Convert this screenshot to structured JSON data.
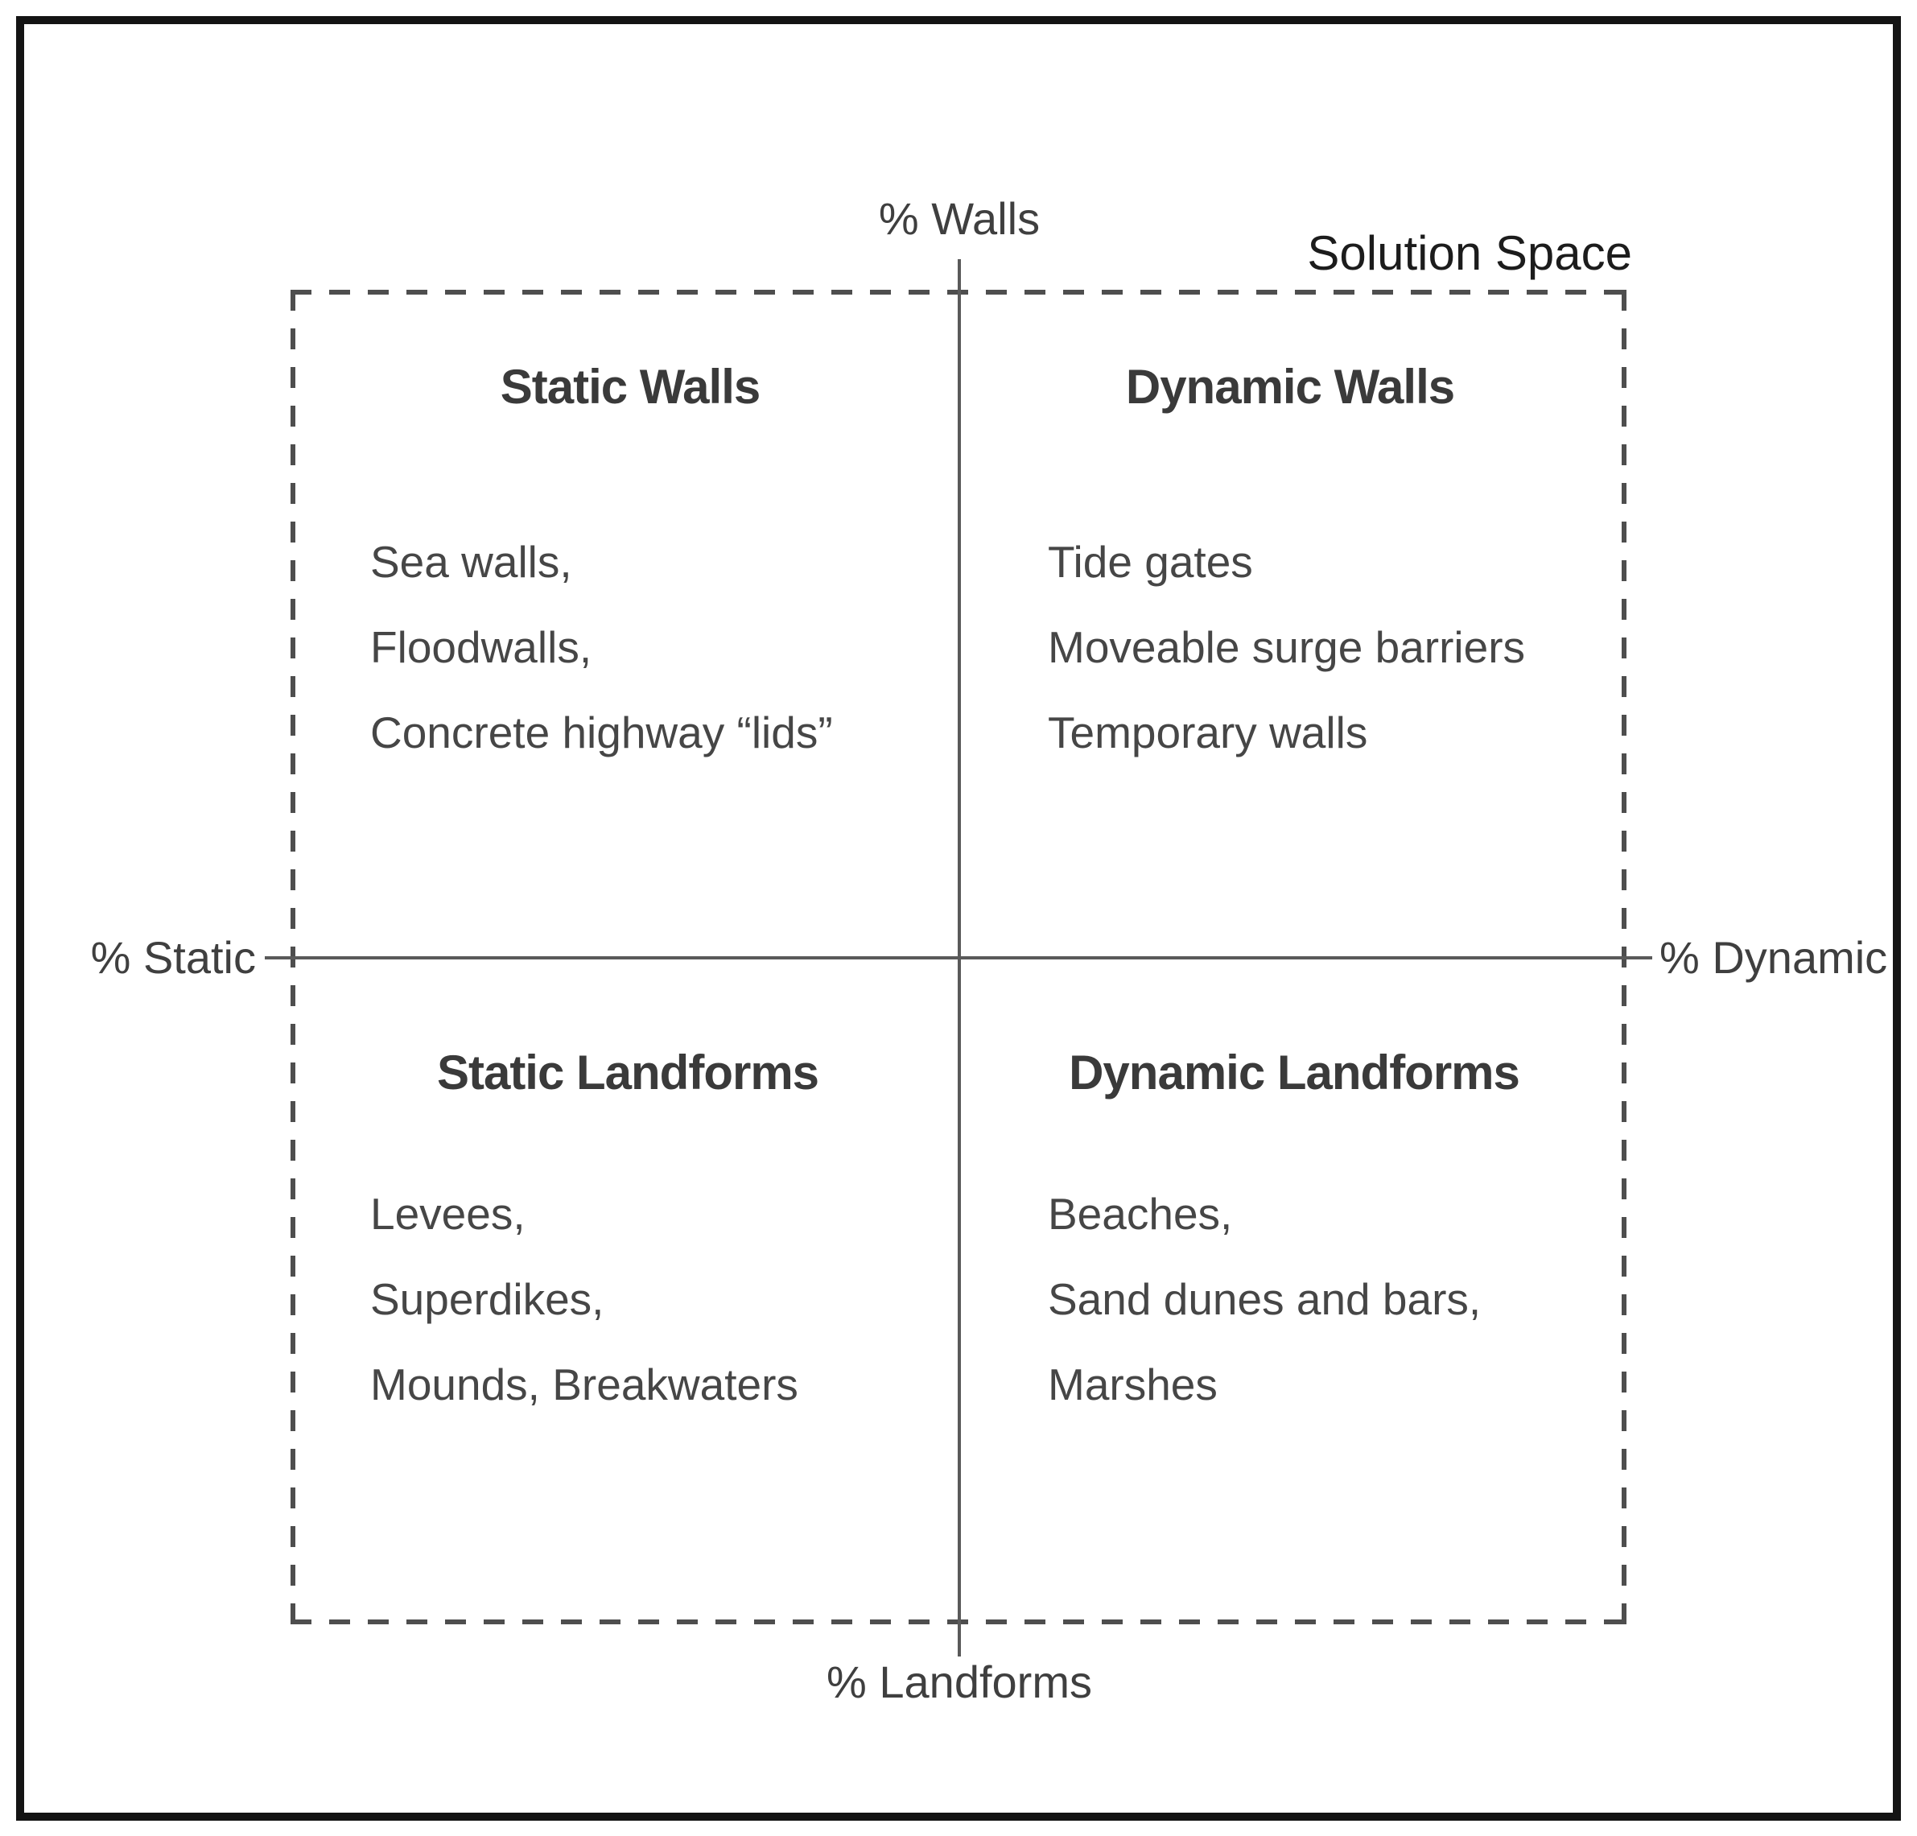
{
  "figure": {
    "title": "Solution Space",
    "type": "quadrant-diagram"
  },
  "axes": {
    "top_label": "% Walls",
    "bottom_label": "% Landforms",
    "left_label": "% Static",
    "right_label": "% Dynamic"
  },
  "quadrants": [
    {
      "position": "top-left",
      "title": "Static Walls",
      "items": [
        "Sea walls,",
        "Floodwalls,",
        "Concrete highway “lids”"
      ]
    },
    {
      "position": "top-right",
      "title": "Dynamic Walls",
      "items": [
        "Tide gates",
        "Moveable surge barriers",
        "Temporary walls"
      ]
    },
    {
      "position": "bottom-left",
      "title": "Static Landforms",
      "items": [
        "Levees,",
        "Superdikes,",
        "Mounds, Breakwaters"
      ]
    },
    {
      "position": "bottom-right",
      "title": "Dynamic Landforms",
      "items": [
        "Beaches,",
        "Sand dunes and bars,",
        "Marshes"
      ]
    }
  ],
  "colors": {
    "frame": "#141414",
    "dashed_border": "#4e4e4e",
    "axis_line": "#5a5a5a",
    "header_text": "#3a3a3a",
    "item_text": "#464646",
    "axis_label_text": "#3f3f3f",
    "title_text": "#1c1c1c",
    "background": "#ffffff"
  }
}
